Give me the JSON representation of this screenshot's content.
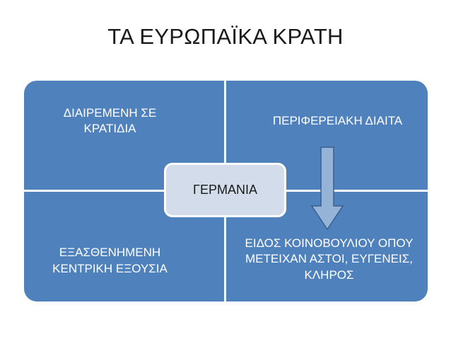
{
  "title": "ΤΑ ΕΥΡΩΠΑΪΚΑ ΚΡΑΤΗ",
  "center": "ΓΕΡΜΑΝΙΑ",
  "quadrants": {
    "top_left": "ΔΙΑΙΡΕΜΕΝΗ ΣΕ ΚΡΑΤΙΔΙΑ",
    "top_right": "ΠΕΡΙΦΕΡΕΙΑΚΗ ΔΙΑΙΤΑ",
    "bottom_left": "ΕΞΑΣΘΕΝΗΜΕΝΗ ΚΕΝΤΡΙΚΗ ΕΞΟΥΣΙΑ",
    "bottom_right": "ΕΙΔΟΣ ΚΟΙΝΟΒΟΥΛΙΟΥ ΟΠΟΥ ΜΕΤΕΙΧΑΝ ΑΣΤΟΙ, ΕΥΓΕΝΕΙΣ, ΚΛΗΡΟΣ"
  },
  "colors": {
    "quadrant_fill": "#4f81bd",
    "center_fill": "#d2dcea",
    "arrow_fill": "#95b3d7",
    "arrow_stroke": "#3a5f8f"
  },
  "icons": {
    "arrow": "down-arrow-icon"
  }
}
